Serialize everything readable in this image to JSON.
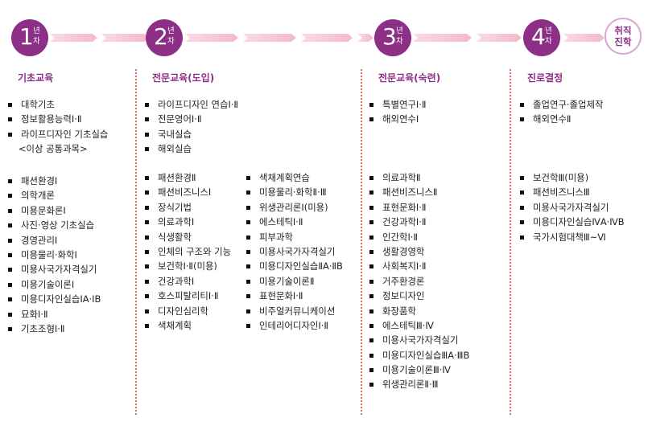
{
  "years": [
    {
      "num": "1",
      "yr": "년",
      "ch": "차"
    },
    {
      "num": "2",
      "yr": "년",
      "ch": "차"
    },
    {
      "num": "3",
      "yr": "년",
      "ch": "차"
    },
    {
      "num": "4",
      "yr": "년",
      "ch": "차"
    }
  ],
  "final": {
    "line1": "취직",
    "line2": "진학"
  },
  "headings": {
    "col1": "기초교육",
    "col2": "전문교육(도입)",
    "col3": "전문교육(숙련)",
    "col4": "진로결정"
  },
  "col1": {
    "top": [
      "대학기초",
      "정보활용능력Ⅰ·Ⅱ",
      "라이프디자인 기초실습"
    ],
    "note": "<이상 공통과목>",
    "bottom": [
      "패션환경Ⅰ",
      "의학개론",
      "미용문화론Ⅰ",
      "사진·영상 기초실습",
      "경영관리Ⅰ",
      "미용물리·화학Ⅰ",
      "미용사국가자격실기",
      "미용기술이론Ⅰ",
      "미용디자인실습ⅠA·ⅠB",
      "묘화Ⅰ·Ⅱ",
      "기초조형Ⅰ·Ⅱ"
    ]
  },
  "col2": {
    "top": [
      "라이프디자인 연습Ⅰ·Ⅱ",
      "전문영어Ⅰ·Ⅱ",
      "국내실습",
      "해외실습"
    ],
    "bottom_a": [
      "패션환경Ⅱ",
      "패션비즈니스Ⅰ",
      "장식기법",
      "의료과학Ⅰ",
      "식생활학",
      "인체의 구조와 기능",
      "보건학Ⅰ·Ⅱ(미용)",
      "건강과학Ⅰ",
      "호스피탈리티Ⅰ·Ⅱ",
      "디자인심리학",
      "색채계획"
    ],
    "bottom_b": [
      "색채계획연습",
      "미용물리·화학Ⅱ·Ⅲ",
      "위생관리론Ⅰ(미용)",
      "에스테틱Ⅰ·Ⅱ",
      "피부과학",
      "미용사국가자격실기",
      "미용디자인실습ⅡA·ⅡB",
      "미용기술이론Ⅱ",
      "표현문화Ⅰ·Ⅱ",
      "비주얼커뮤니케이션",
      "인테리어디자인Ⅰ·Ⅱ"
    ]
  },
  "col3": {
    "top": [
      "특별연구Ⅰ·Ⅱ",
      "해외연수Ⅰ"
    ],
    "bottom": [
      "의료과학Ⅱ",
      "패션비즈니스Ⅱ",
      "표현문화Ⅰ·Ⅱ",
      "건강과학Ⅰ·Ⅱ",
      "인간학Ⅰ·Ⅱ",
      "생활경영학",
      "사회복지Ⅰ·Ⅱ",
      "거주환경론",
      "정보디자인",
      "화장품학",
      "에스테틱Ⅲ·Ⅳ",
      "미용사국가자격실기",
      "미용디자인실습ⅢA·ⅢB",
      "미용기술이론Ⅲ·Ⅳ",
      "위생관리론Ⅱ·Ⅲ"
    ]
  },
  "col4": {
    "top": [
      "졸업연구·졸업제작",
      "해외연수Ⅱ"
    ],
    "bottom": [
      "보건학Ⅲ(미용)",
      "패션비즈니스Ⅲ",
      "미용사국가자격실기",
      "미용디자인실습ⅣA·ⅣB",
      "국가시험대책Ⅲ~Ⅵ"
    ]
  },
  "colors": {
    "accent": "#8d2f86",
    "arrow": "#f6c9d4",
    "divider": "#e06a5f"
  }
}
